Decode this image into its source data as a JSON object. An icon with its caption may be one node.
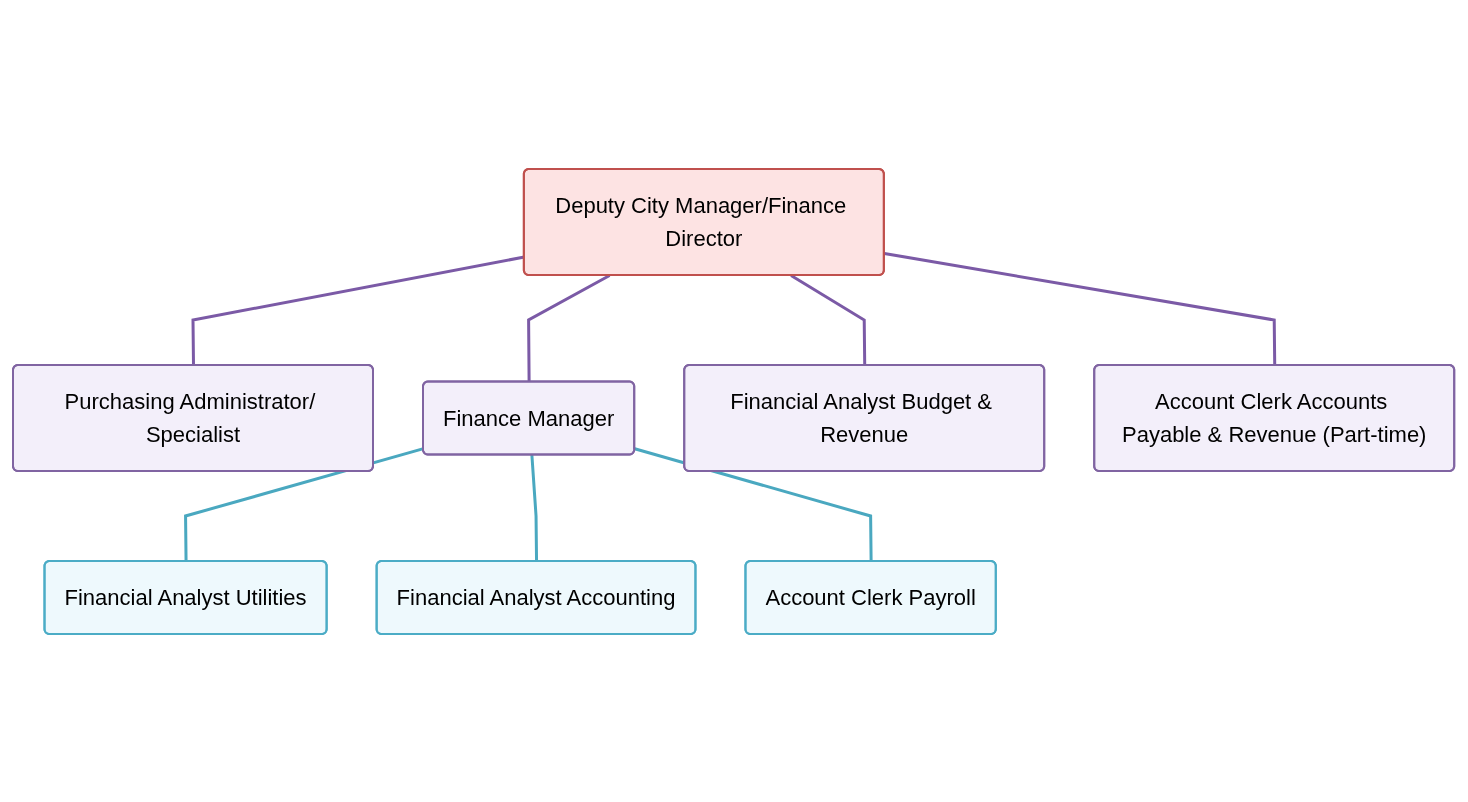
{
  "diagram": {
    "nodes": [
      {
        "text": [
          "Deputy City Manager/Finance Director"
        ]
      },
      {
        "text": [
          "Purchasing Administrator/ Specialist"
        ]
      },
      {
        "text": [
          "Finance Manager"
        ]
      },
      {
        "text": [
          "Financial Analyst Budget & Revenue"
        ]
      },
      {
        "text": [
          "Account Clerk Accounts Payable & Revenue (Part-time)"
        ]
      },
      {
        "text": [
          "Financial Analyst Utilities"
        ]
      },
      {
        "text": [
          "Financial Analyst Accounting"
        ]
      },
      {
        "text": [
          "Account Clerk Payroll"
        ]
      }
    ],
    "edges": [
      {
        "from": 0,
        "to": 1,
        "arrow": "none"
      },
      {
        "from": 0,
        "to": 2,
        "arrow": "none"
      },
      {
        "from": 0,
        "to": 3,
        "arrow": "none"
      },
      {
        "from": 0,
        "to": 4,
        "arrow": "none"
      },
      {
        "from": 2,
        "to": 5,
        "arrow": "none",
        "color": "#4aa8c0"
      },
      {
        "from": 2,
        "to": 6,
        "arrow": "none",
        "color": "#4aa8c0"
      },
      {
        "from": 2,
        "to": 7,
        "arrow": "none",
        "color": "#4aa8c0"
      }
    ]
  }
}
